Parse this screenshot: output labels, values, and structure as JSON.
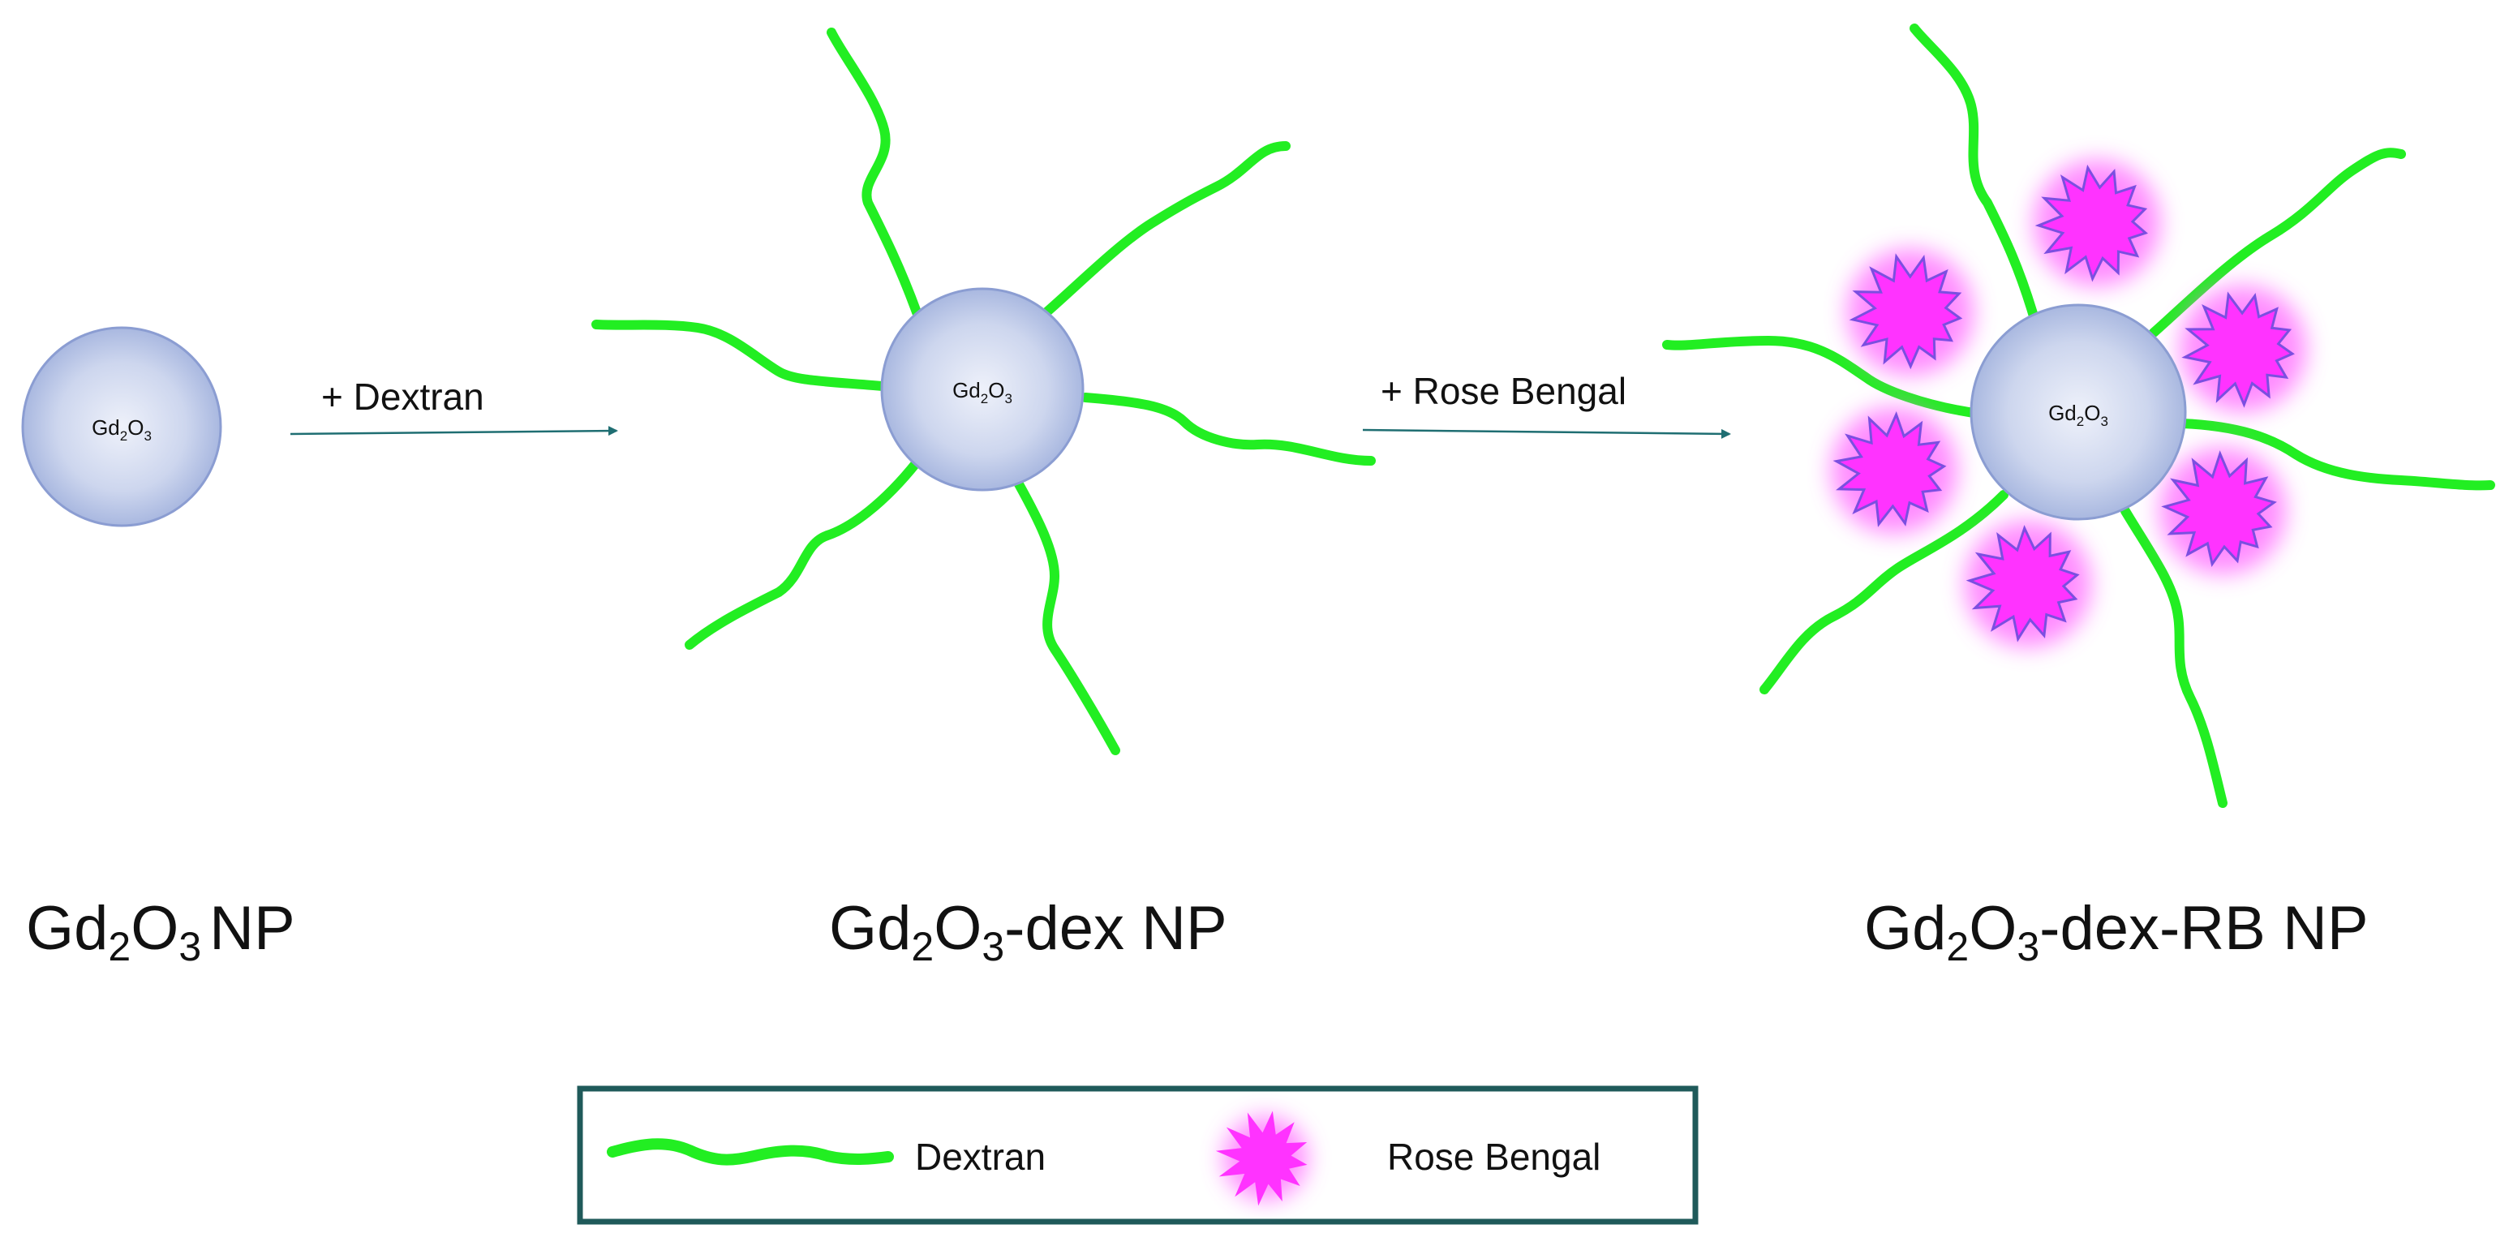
{
  "colors": {
    "dextran": "#22EE22",
    "rose_bengal_fill": "#FF33FF",
    "rose_bengal_stroke": "#7B4FE0",
    "rose_bengal_glow": "#FF66FF",
    "core_fill": "#C5D0EC",
    "core_stroke": "#8B9DD2",
    "arrow": "#1F6E72",
    "legend_border": "#1F5A5A"
  },
  "core_label": {
    "base": "Gd",
    "sub1": "2",
    "mid": "O",
    "sub2": "3"
  },
  "steps": [
    {
      "label": "+ Dextran"
    },
    {
      "label": "+ Rose Bengal"
    }
  ],
  "names": [
    {
      "base": "Gd",
      "sub1": "2",
      "mid": "O",
      "sub2": "3",
      "suffix": "NP"
    },
    {
      "base": "Gd",
      "sub1": "2",
      "mid": "O",
      "sub2": "3",
      "suffix": "-dex NP"
    },
    {
      "base": "Gd",
      "sub1": "2",
      "mid": "O",
      "sub2": "3",
      "suffix": "-dex-RB NP"
    }
  ],
  "legend": {
    "dextran": "Dextran",
    "rose_bengal": "Rose Bengal"
  }
}
